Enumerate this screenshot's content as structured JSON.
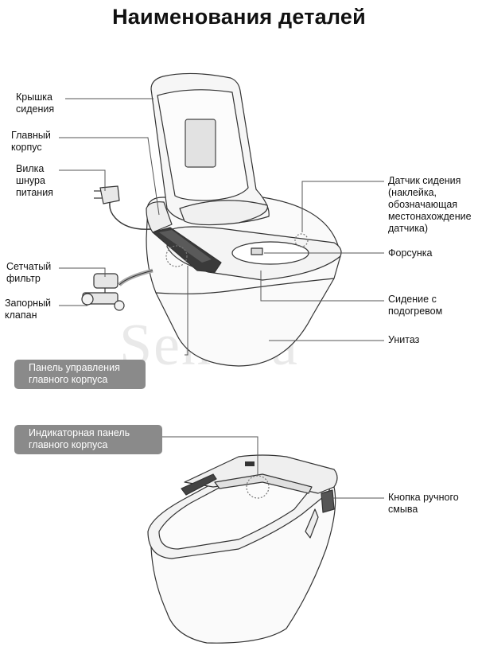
{
  "title": "Наименования деталей",
  "watermark": "SensPa",
  "diagram1": {
    "labels_left": {
      "seat_lid": "Крышка\nсидения",
      "main_body": "Главный\nкорпус",
      "power_plug": "Вилка\nшнура\nпитания",
      "mesh_filter": "Сетчатый\nфильтр",
      "shutoff_valve": "Запорный\nклапан"
    },
    "labels_right": {
      "seat_sensor": "Датчик сидения\n(наклейка,\nобозначающая\nместонахождение\nдатчика)",
      "nozzle": "Форсунка",
      "heated_seat": "Сидение с\nподогревом",
      "toilet_bowl": "Унитаз"
    },
    "tag_control_panel": "Панель управления\nглавного корпуса"
  },
  "diagram2": {
    "tag_indicator_panel": "Индикаторная панель\nглавного корпуса",
    "flush_button": "Кнопка ручного\nсмыва"
  },
  "colors": {
    "tag_bg": "#8a8a8a",
    "line": "#555555",
    "outline": "#333333"
  }
}
